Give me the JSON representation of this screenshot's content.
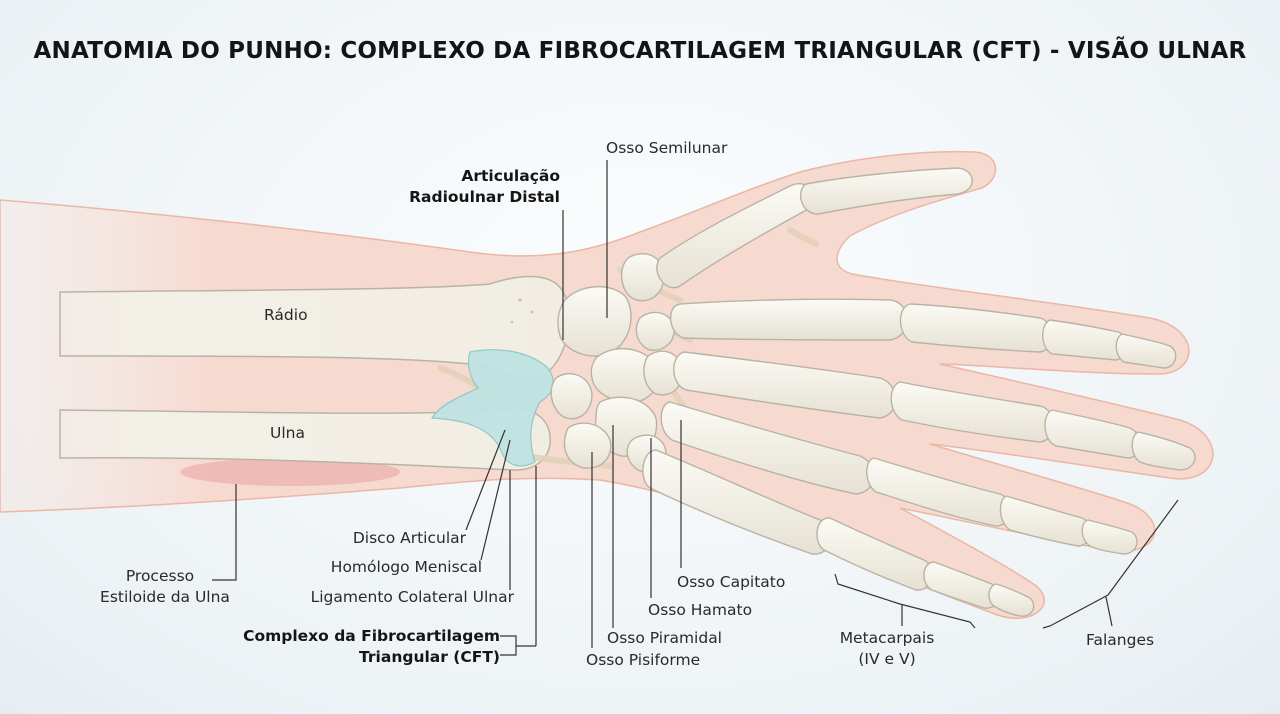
{
  "title": "ANATOMIA DO PUNHO: COMPLEXO DA FIBROCARTILAGEM TRIANGULAR (CFT) - VISÃO ULNAR",
  "labels": {
    "radio": "Rádio",
    "ulna": "Ulna",
    "semilunar": "Osso Semilunar",
    "articulacao_l1": "Articulação",
    "articulacao_l2": "Radioulnar Distal",
    "disco": "Disco Articular",
    "homologo": "Homólogo Meniscal",
    "ligamento": "Ligamento Colateral Ulnar",
    "cft_l1": "Complexo da Fibrocartilagem",
    "cft_l2": "Triangular (CFT)",
    "processo_l1": "Processo",
    "processo_l2": "Estiloide da Ulna",
    "capitato": "Osso Capitato",
    "hamato": "Osso Hamato",
    "piramidal": "Osso Piramidal",
    "pisiforme": "Osso Pisiforme",
    "metacarpais_l1": "Metacarpais",
    "metacarpais_l2": "(IV e V)",
    "falanges": "Falanges"
  },
  "colors": {
    "skin": "#f6d9cf",
    "skin_edge": "#eab7a6",
    "bone": "#f2efe6",
    "bone_edge": "#b9b3a4",
    "cartilage": "#bfe3e2",
    "ligament": "#e3d2b8",
    "muscle": "#eaa2a2",
    "leader": "#333333"
  }
}
